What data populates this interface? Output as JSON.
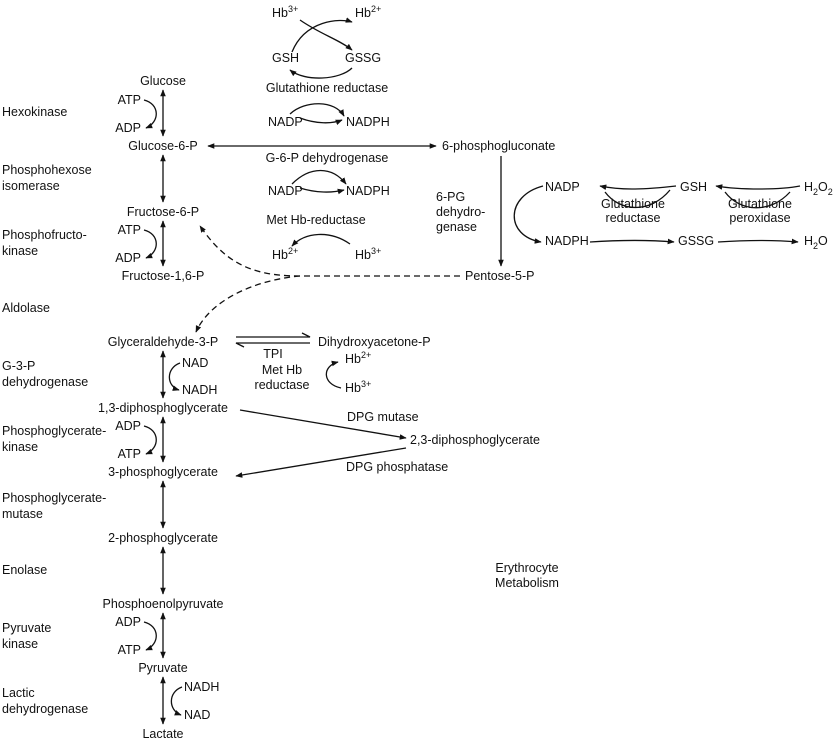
{
  "enzymes": {
    "hexokinase": "Hexokinase",
    "phosphohexose_1": "Phosphohexose",
    "phosphohexose_2": "isomerase",
    "phosphofructo_1": "Phosphofructo-",
    "phosphofructo_2": "kinase",
    "aldolase": "Aldolase",
    "g3p_1": "G-3-P",
    "g3p_2": "dehydrogenase",
    "pgk_1": "Phosphoglycerate-",
    "pgk_2": "kinase",
    "pgm_1": "Phosphoglycerate-",
    "pgm_2": "mutase",
    "enolase": "Enolase",
    "pk_1": "Pyruvate",
    "pk_2": "kinase",
    "ldh_1": "Lactic",
    "ldh_2": "dehydrogenase"
  },
  "metabolites": {
    "glucose": "Glucose",
    "glucose6p": "Glucose-6-P",
    "fructose6p": "Fructose-6-P",
    "fructose16p": "Fructose-1,6-P",
    "glyceraldehyde3p": "Glyceraldehyde-3-P",
    "dihydroxyacetone": "Dihydroxyacetone-P",
    "dpg13": "1,3-diphosphoglycerate",
    "dpg23": "2,3-diphosphoglycerate",
    "pg3": "3-phosphoglycerate",
    "pg2": "2-phosphoglycerate",
    "pep": "Phosphoenolpyruvate",
    "pyruvate": "Pyruvate",
    "lactate": "Lactate",
    "phosphogluconate6": "6-phosphogluconate",
    "pentose5p": "Pentose-5-P"
  },
  "cofactors": {
    "atp": "ATP",
    "adp": "ADP",
    "nad": "NAD",
    "nadh": "NADH",
    "nadp": "NADP",
    "nadph": "NADPH",
    "gsh": "GSH",
    "gssg": "GSSG",
    "hb": "Hb",
    "sup2": "2+",
    "sup3": "3+",
    "h2o2_h": "H",
    "h2o2_2": "2",
    "h2o2_o": "O",
    "h2o_h": "H",
    "h2o_2": "2",
    "h2o_o": "O"
  },
  "side_enzymes": {
    "glutathione_reductase": "Glutathione reductase",
    "g6p_dehydrogenase": "G-6-P dehydrogenase",
    "met_hb_reductase": "Met Hb-reductase",
    "pg6_1": "6-PG",
    "pg6_2": "dehydro-",
    "pg6_3": "genase",
    "glut_red_1": "Glutathione",
    "glut_red_2": "reductase",
    "glut_perox_1": "Glutathione",
    "glut_perox_2": "peroxidase",
    "tpi": "TPI",
    "methb_1": "Met Hb",
    "methb_2": "reductase",
    "dpg_mutase": "DPG mutase",
    "dpg_phosphatase": "DPG phosphatase"
  },
  "caption": {
    "line1": "Erythrocyte",
    "line2": "Metabolism"
  }
}
